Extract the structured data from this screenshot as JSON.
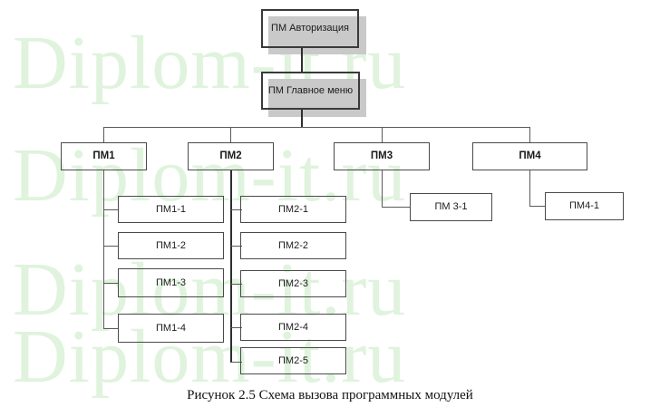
{
  "figure": {
    "caption": "Рисунок 2.5 Схема вызова программных модулей",
    "watermark": {
      "line1": "Diplom-it.ru",
      "line2": "Diplom-it.ru",
      "line3": "Diplom-it.ru",
      "line4": "Diplom-it.ru",
      "color": "#dff3dd"
    },
    "colors": {
      "box_border": "#4a4a4a",
      "box_border_thick": "#3a3a3a",
      "connector": "#5a5a5a",
      "shadow": "#c9c9c9",
      "text": "#1b1b1b",
      "background": "#ffffff"
    }
  },
  "nodes": {
    "root": {
      "label": "ПМ Авторизация"
    },
    "menu": {
      "label": "ПМ Главное меню"
    },
    "level2": [
      {
        "label": "ПМ1"
      },
      {
        "label": "ПМ2"
      },
      {
        "label": "ПМ3"
      },
      {
        "label": "ПМ4"
      }
    ],
    "pm1_children": [
      {
        "label": "ПМ1-1"
      },
      {
        "label": "ПМ1-2"
      },
      {
        "label": "ПМ1-3"
      },
      {
        "label": "ПМ1-4"
      }
    ],
    "pm2_children": [
      {
        "label": "ПМ2-1"
      },
      {
        "label": "ПМ2-2"
      },
      {
        "label": "ПМ2-3"
      },
      {
        "label": "ПМ2-4"
      },
      {
        "label": "ПМ2-5"
      }
    ],
    "pm3_children": [
      {
        "label": "ПМ 3-1"
      }
    ],
    "pm4_children": [
      {
        "label": "ПМ4-1"
      }
    ]
  }
}
